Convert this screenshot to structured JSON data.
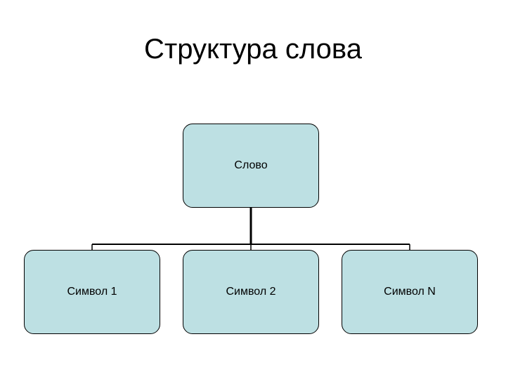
{
  "title": "Структура слова",
  "colors": {
    "node_fill": "#bde0e3",
    "line": "#000000"
  },
  "tree": {
    "root": {
      "label": "Слово"
    },
    "children": [
      {
        "label": "Символ 1"
      },
      {
        "label": "Символ 2"
      },
      {
        "label": "Символ N"
      }
    ]
  }
}
